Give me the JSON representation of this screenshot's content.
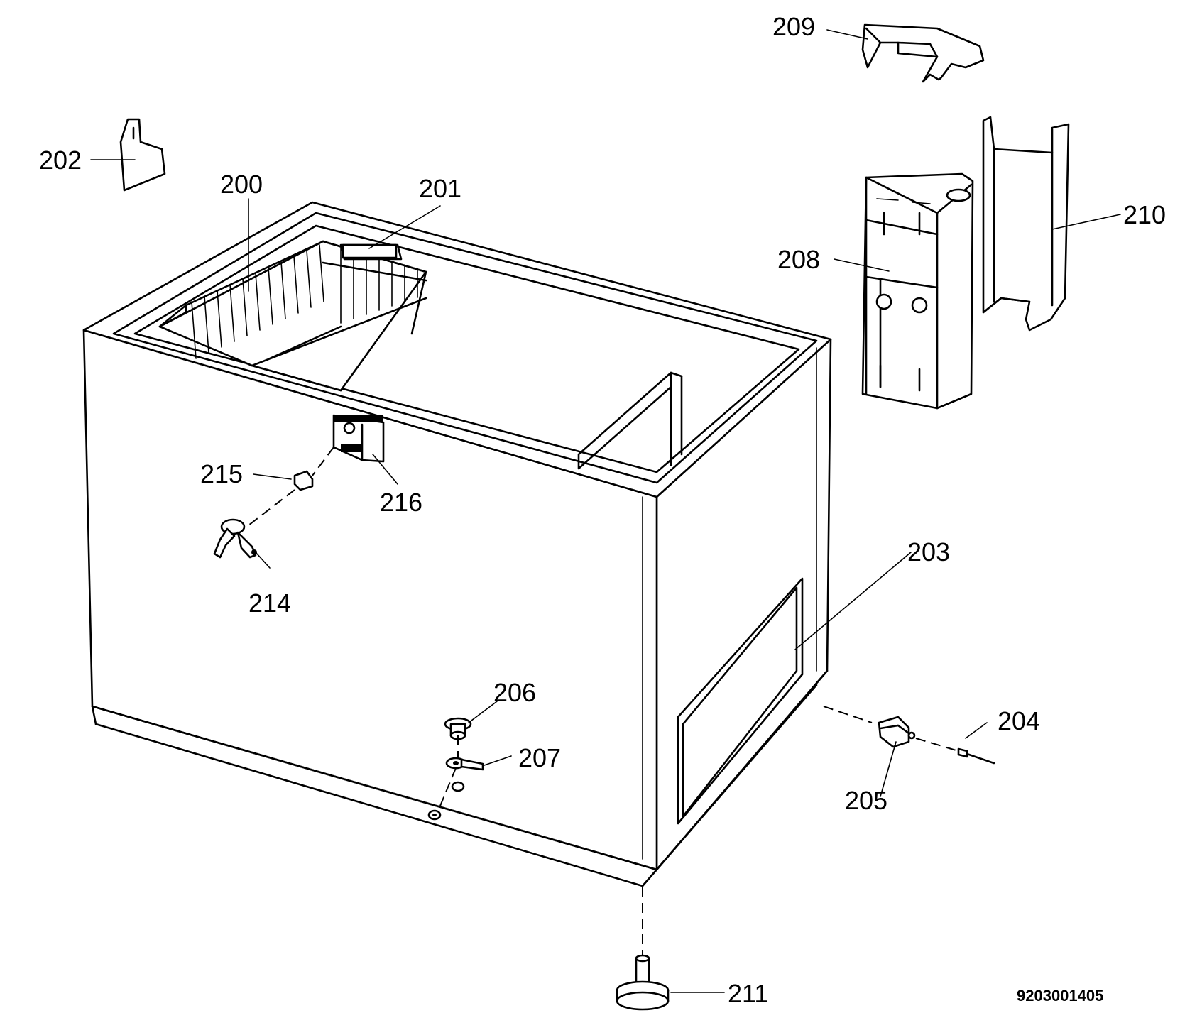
{
  "diagram": {
    "callouts": {
      "p200": "200",
      "p201": "201",
      "p202": "202",
      "p203": "203",
      "p204": "204",
      "p205": "205",
      "p206": "206",
      "p207": "207",
      "p208": "208",
      "p209": "209",
      "p210": "210",
      "p211": "211",
      "p214": "214",
      "p215": "215",
      "p216": "216"
    },
    "document_number": "9203001405"
  }
}
